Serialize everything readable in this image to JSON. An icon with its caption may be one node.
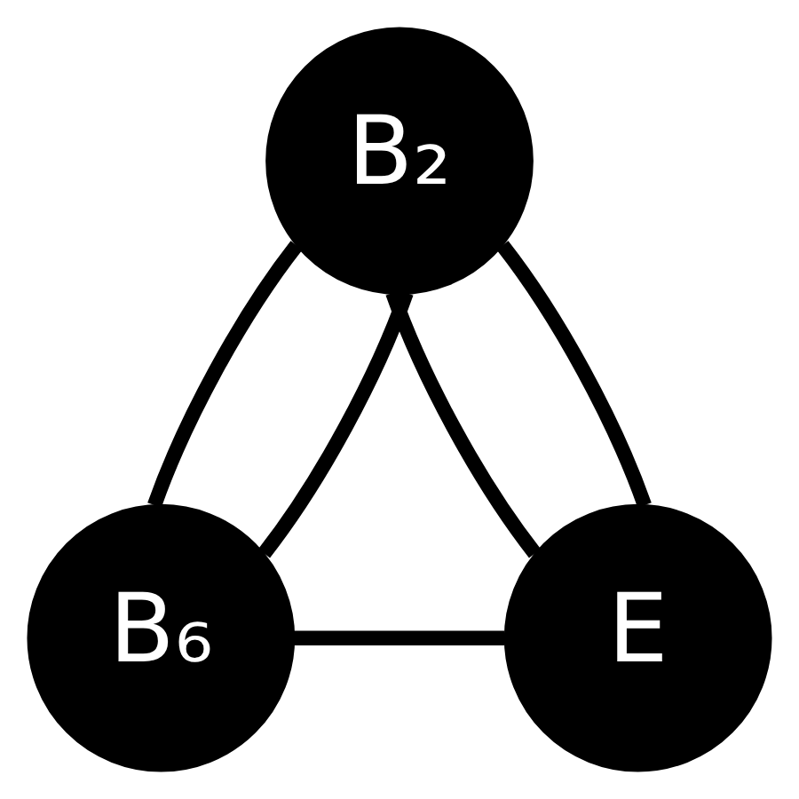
{
  "diagram": {
    "nodes": [
      {
        "text": [
          "B₂"
        ]
      },
      {
        "text": [
          "B₆"
        ]
      },
      {
        "text": [
          "E"
        ]
      }
    ],
    "edges": [
      {
        "from": 0,
        "to": 1,
        "arrow": "none"
      },
      {
        "from": 0,
        "to": 2,
        "arrow": "none"
      },
      {
        "from": 1,
        "to": 2,
        "arrow": "none"
      },
      {
        "from": 0,
        "to": 1,
        "arrow": "none"
      },
      {
        "from": 0,
        "to": 2,
        "arrow": "none"
      }
    ]
  }
}
